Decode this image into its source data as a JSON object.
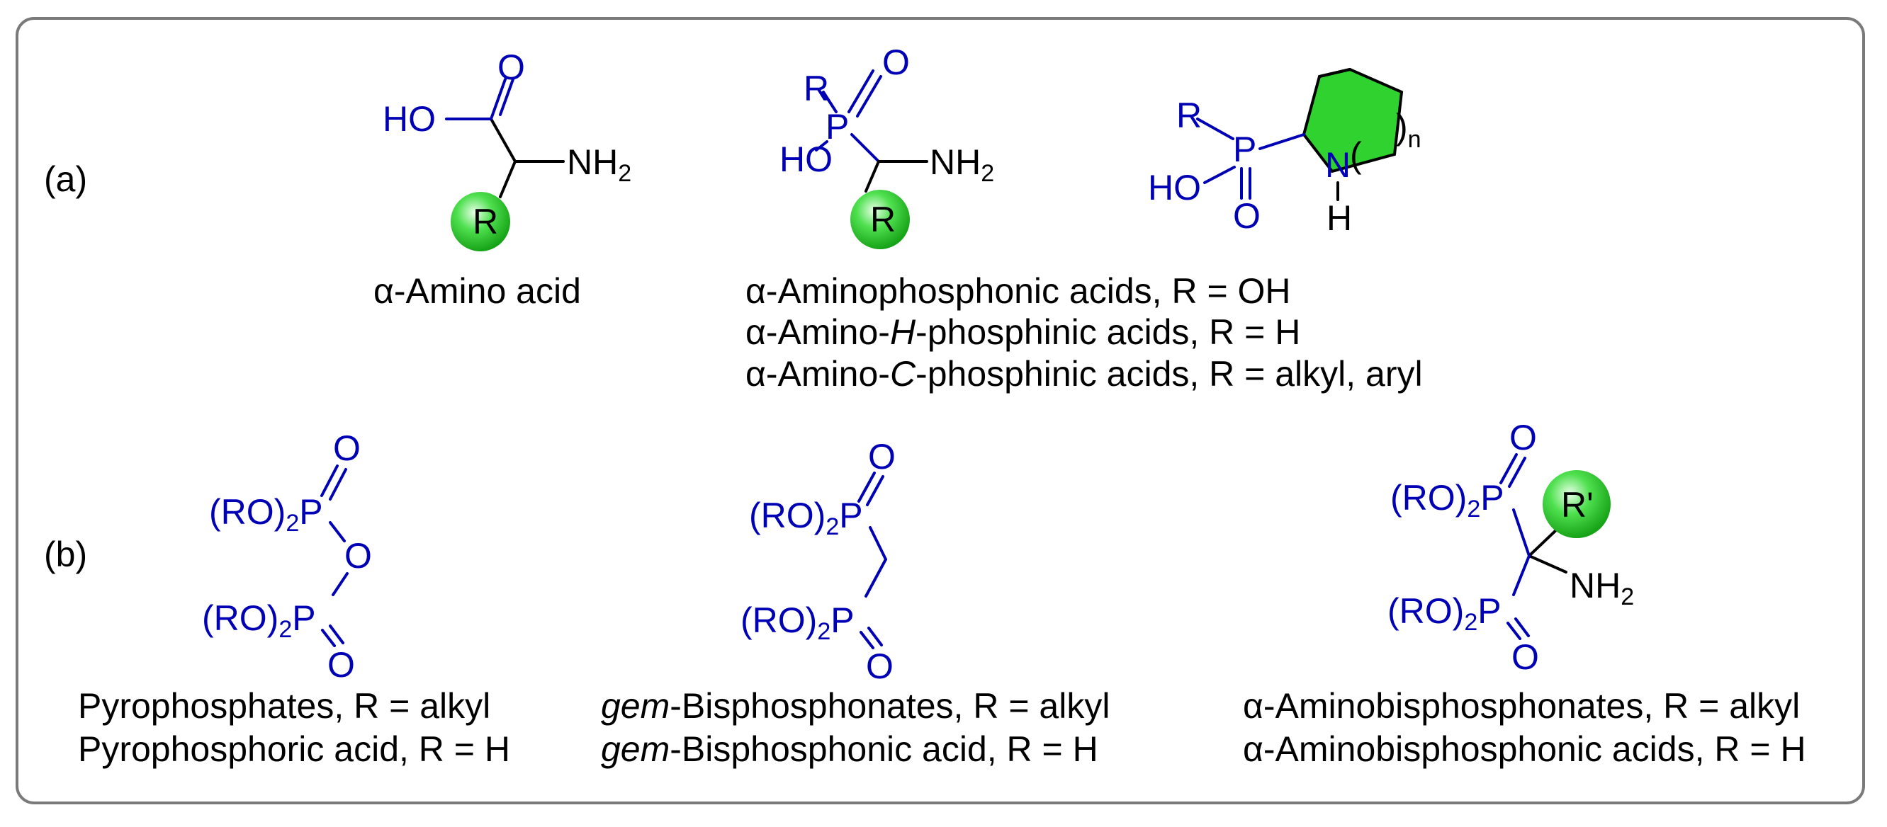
{
  "panels": {
    "a": {
      "label": "(a)"
    },
    "b": {
      "label": "(b)"
    }
  },
  "compounds": {
    "amino_acid": {
      "caption": "α-Amino acid",
      "R": "R"
    },
    "aminophosphonic": {
      "caption_1": "α-Aminophosphonic acids, R = OH",
      "caption_2_pre": "α-Amino-",
      "caption_2_it": "H",
      "caption_2_post": "-phosphinic acids, R = H",
      "caption_3_pre": "α-Amino-",
      "caption_3_it": "C",
      "caption_3_post": "-phosphinic acids, R = alkyl, aryl"
    },
    "pyrophosphates": {
      "caption_1": "Pyrophosphates, R = alkyl",
      "caption_2": "Pyrophosphoric acid, R = H"
    },
    "bisphosphonates": {
      "caption_1_it": "gem",
      "caption_1_post": "-Bisphosphonates, R = alkyl",
      "caption_2_it": "gem",
      "caption_2_post": "-Bisphosphonic acid, R = H"
    },
    "aminobisphosphonates": {
      "caption_1": "α-Aminobisphosphonates, R = alkyl",
      "caption_2": "α-Aminobisphosphonic acids, R = H",
      "R": "R'"
    }
  },
  "atoms": {
    "O": "O",
    "HO": "HO",
    "NH": "NH",
    "N": "N",
    "H": "H",
    "R": "R",
    "P": "P",
    "two": "2",
    "n": "n",
    "paren": ")",
    "RO": "(RO)"
  },
  "colors": {
    "heteroatom": "#0000b4",
    "ring_fill": "#2fd22f",
    "frame": "#7a7a7a"
  }
}
